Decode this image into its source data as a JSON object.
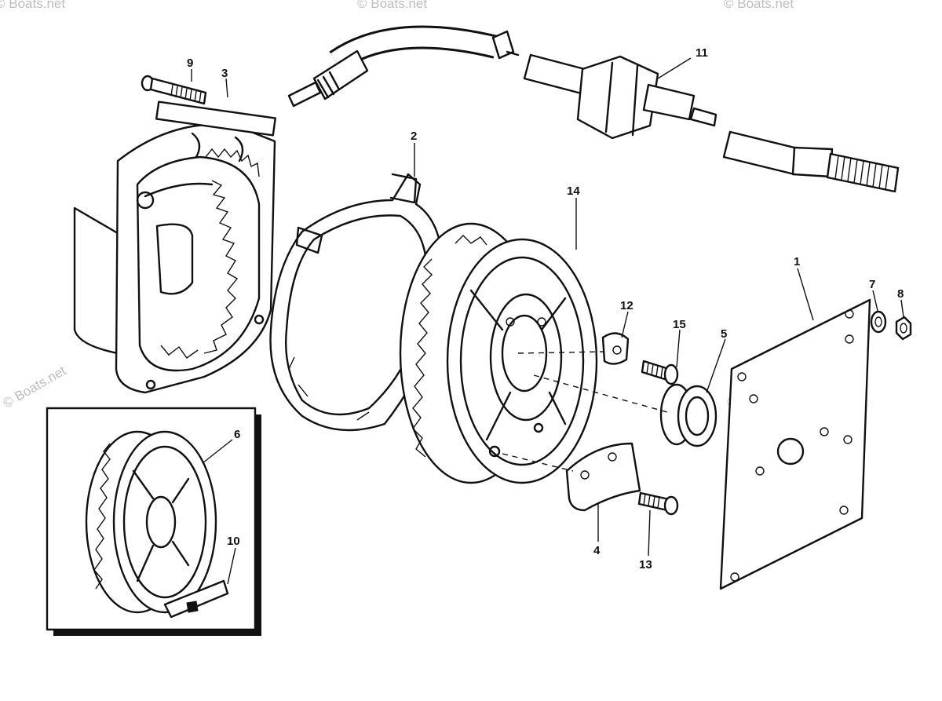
{
  "diagram": {
    "callouts": {
      "p1": "1",
      "p2": "2",
      "p3": "3",
      "p4": "4",
      "p5": "5",
      "p6": "6",
      "p7": "7",
      "p8": "8",
      "p9": "9",
      "p10": "10",
      "p11": "11",
      "p12": "12",
      "p13": "13",
      "p14": "14",
      "p15": "15"
    },
    "watermark": "© Boats.net"
  }
}
